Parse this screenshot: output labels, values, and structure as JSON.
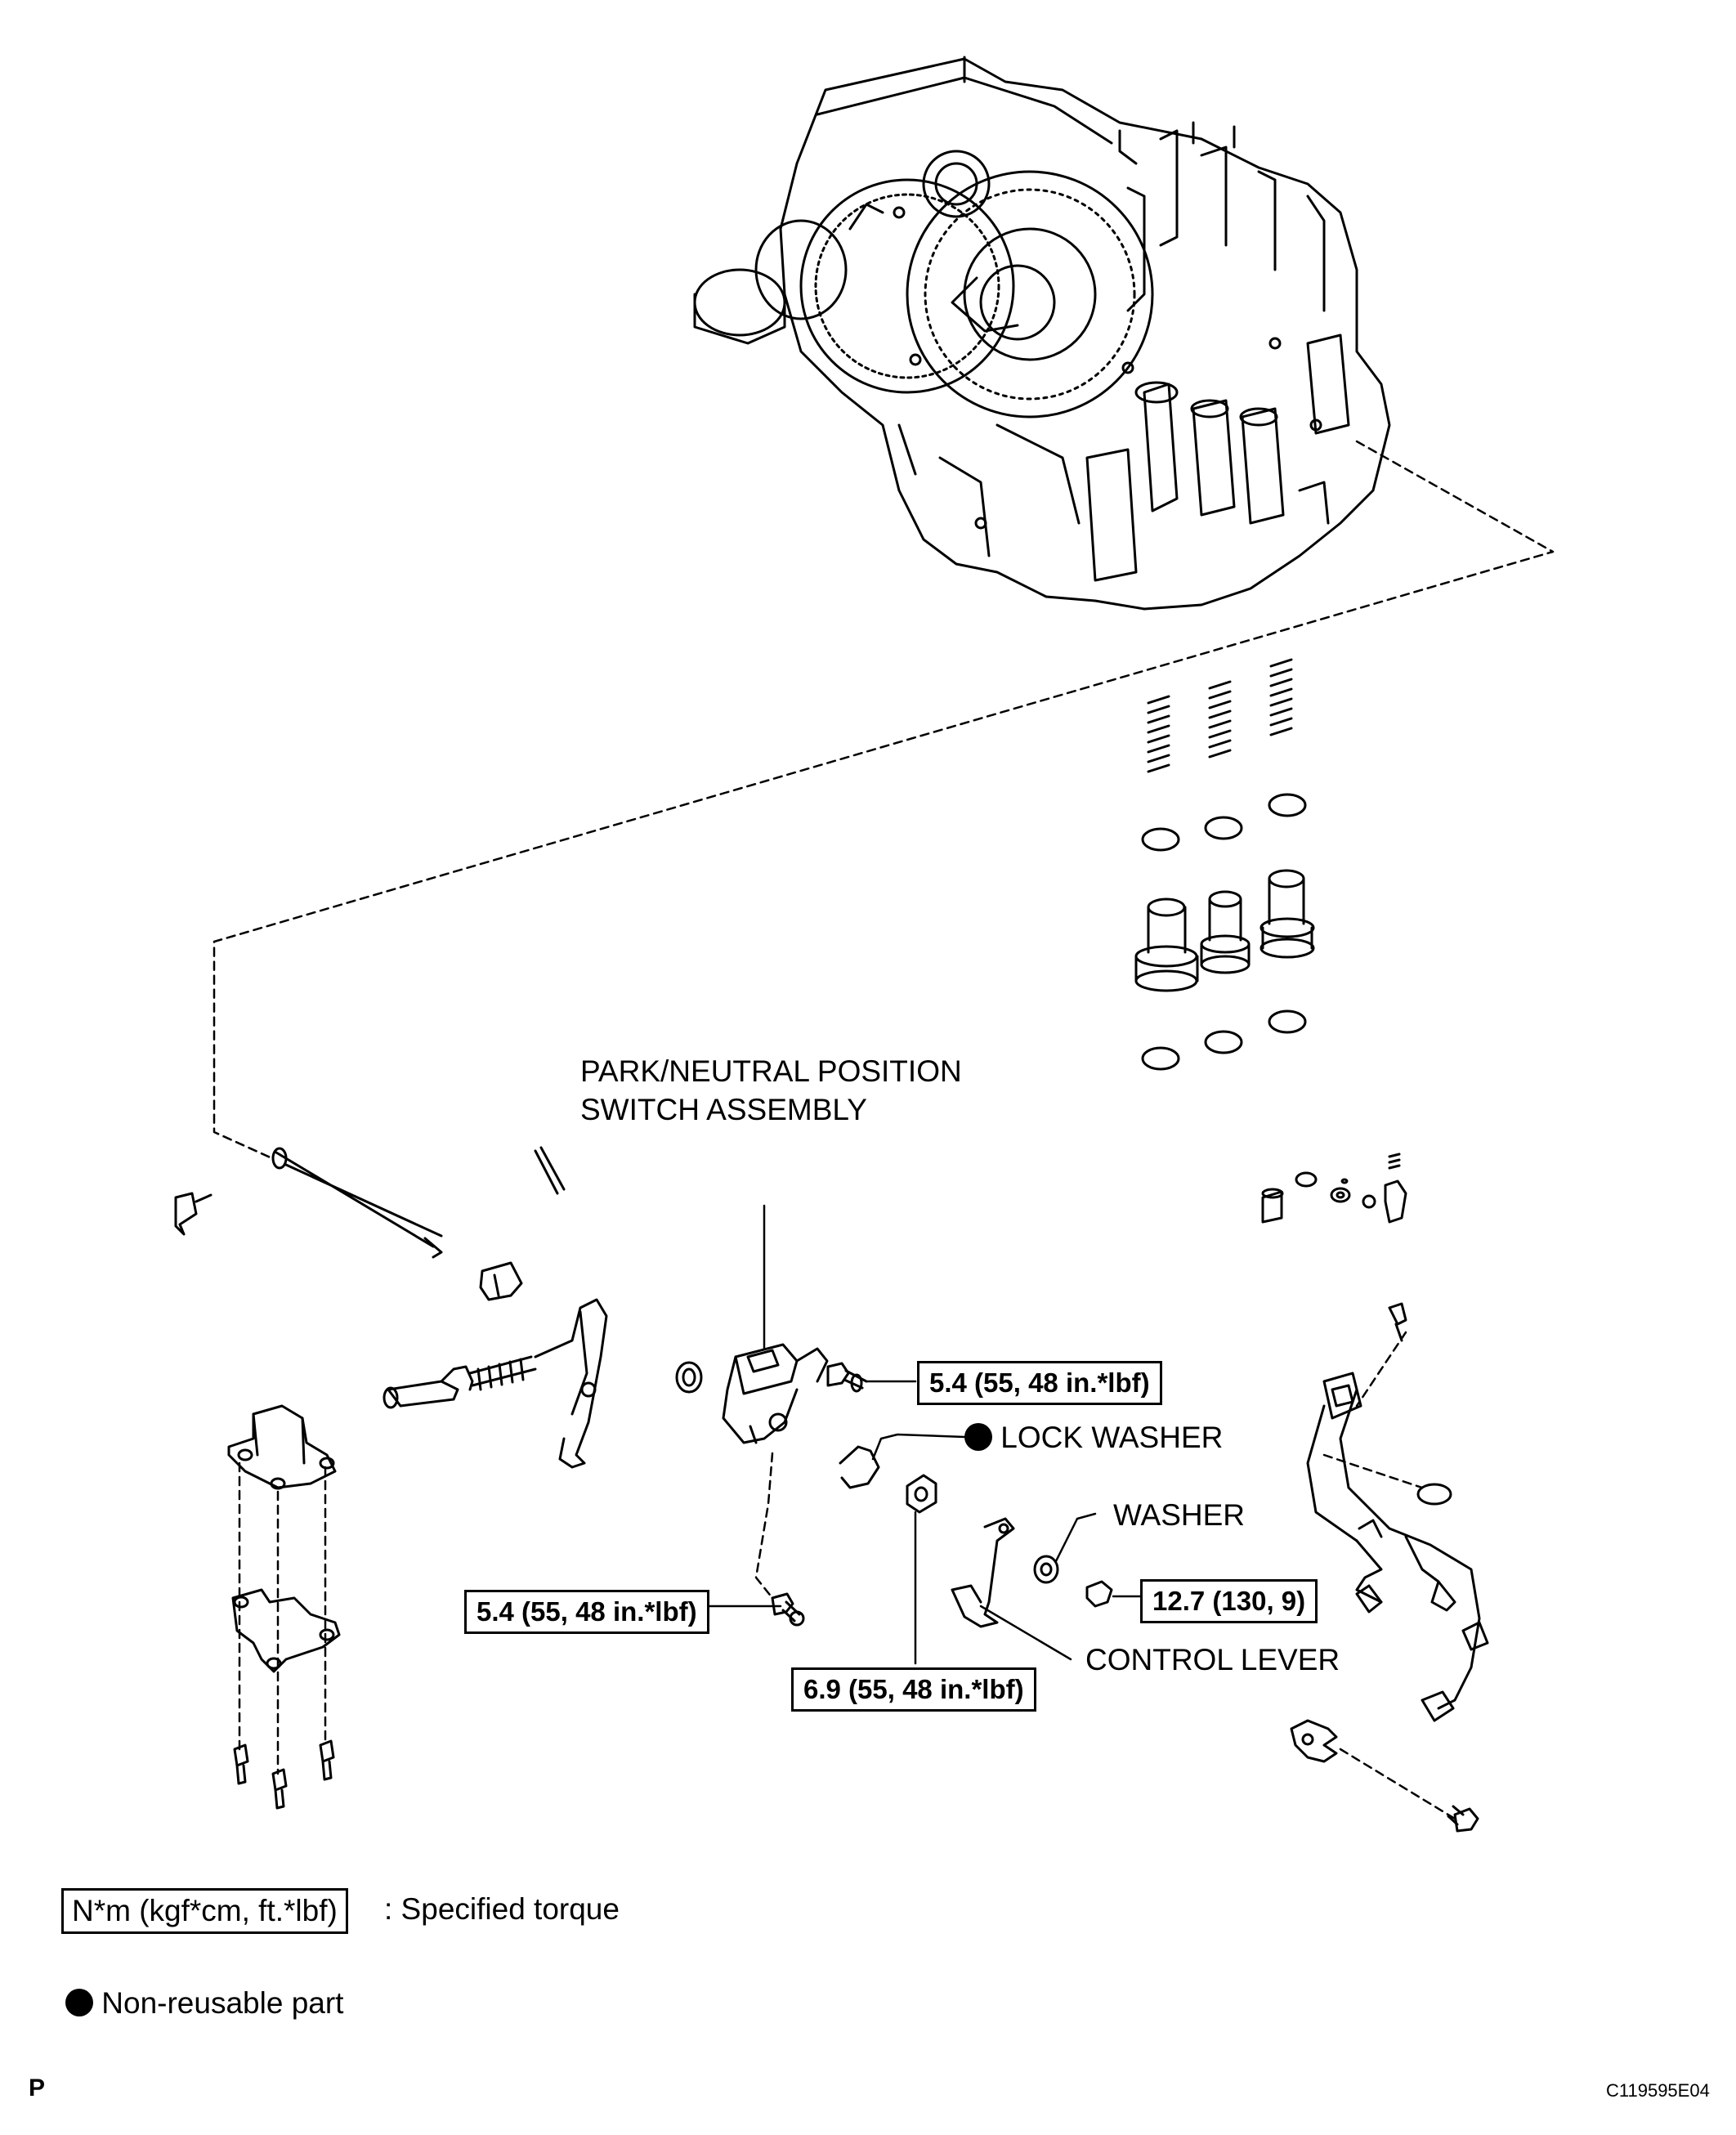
{
  "labels": {
    "pnp_switch_line1": "PARK/NEUTRAL POSITION",
    "pnp_switch_line2": "SWITCH ASSEMBLY",
    "lock_washer": "LOCK WASHER",
    "washer": "WASHER",
    "control_lever": "CONTROL LEVER"
  },
  "torque_specs": {
    "switch_bolt": "5.4 (55, 48 in.*lbf)",
    "lower_bolt": "5.4 (55, 48 in.*lbf)",
    "nut": "6.9 (55, 48 in.*lbf)",
    "lever_nut": "12.7 (130, 9)"
  },
  "legend": {
    "torque_box": "N*m (kgf*cm, ft.*lbf)",
    "torque_text": ": Specified torque",
    "nonreusable_text": "Non-reusable part"
  },
  "footer": {
    "page_letter": "P",
    "figure_code": "C119595E04"
  }
}
